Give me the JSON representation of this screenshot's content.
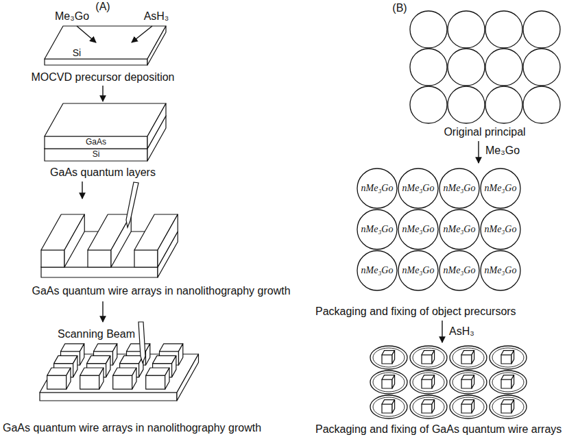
{
  "diagram": {
    "nodes": [
      {
        "text": [
          "nMe₃Go"
        ]
      },
      {
        "text": [
          "nMe₃Go"
        ]
      },
      {
        "text": [
          "nMe₃Go"
        ]
      },
      {
        "text": [
          "nMe₃Go"
        ]
      },
      {
        "text": [
          "nMe₃Go"
        ]
      },
      {
        "text": [
          "nMe₃Go"
        ]
      },
      {
        "text": [
          "nMe₃Go"
        ]
      },
      {
        "text": [
          "nMe₃Go"
        ]
      },
      {
        "text": [
          "nMe₃Go"
        ]
      },
      {
        "text": [
          "nMe₃Go"
        ]
      },
      {
        "text": [
          "nMe₃Go"
        ]
      },
      {
        "text": [
          "nMe₃Go"
        ]
      }
    ],
    "labels": [
      "(A)",
      "Me₃Go",
      "AsH₃",
      "Si",
      "MOCVD precursor deposition",
      "GaAs",
      "Si",
      "GaAs quantum layers",
      "GaAs quantum wire arrays in nanolithography growth",
      "Scanning Beam",
      "GaAs quantum wire arrays in nanolithography growth",
      "(B)",
      "Original principal",
      "Me₃Go",
      "Packaging and fixing of object precursors",
      "AsH₃",
      "Packaging and fixing of GaAs quantum wire arrays"
    ]
  }
}
